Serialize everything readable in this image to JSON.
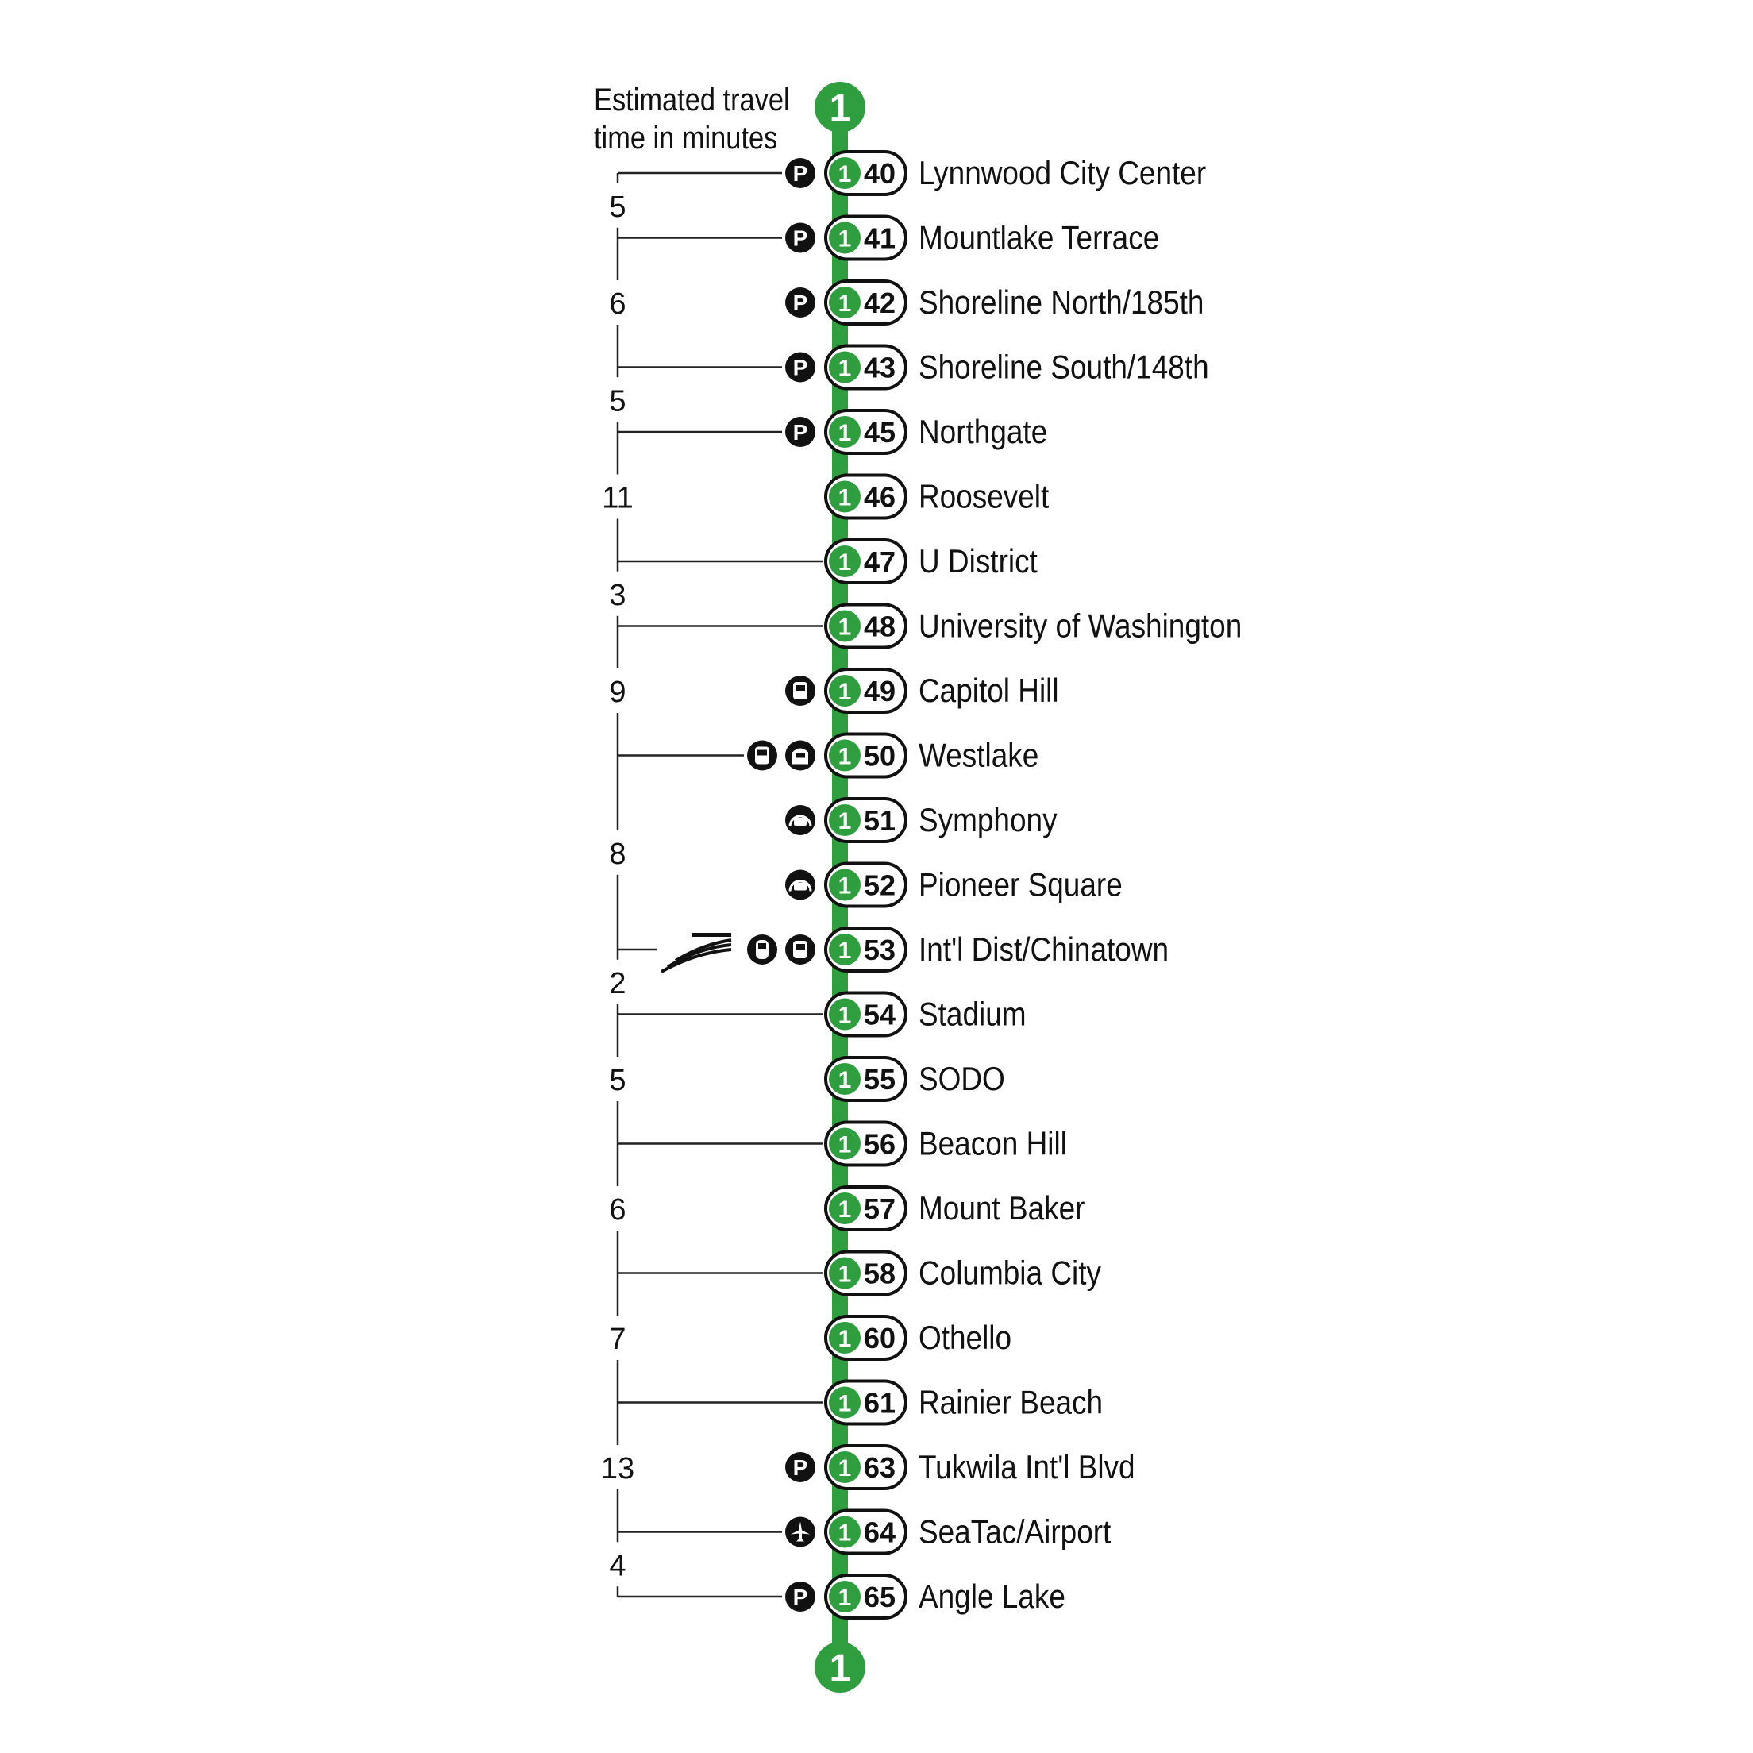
{
  "legend": {
    "line1": "Estimated travel",
    "line2": "time in minutes"
  },
  "line": {
    "label": "1",
    "color": "#2e9e3f"
  },
  "stations": [
    {
      "code": "40",
      "name": "Lynnwood City Center",
      "icons": [
        "parking"
      ]
    },
    {
      "code": "41",
      "name": "Mountlake Terrace",
      "icons": [
        "parking"
      ]
    },
    {
      "code": "42",
      "name": "Shoreline North/185th",
      "icons": [
        "parking"
      ]
    },
    {
      "code": "43",
      "name": "Shoreline South/148th",
      "icons": [
        "parking"
      ]
    },
    {
      "code": "45",
      "name": "Northgate",
      "icons": [
        "parking"
      ]
    },
    {
      "code": "46",
      "name": "Roosevelt",
      "icons": []
    },
    {
      "code": "47",
      "name": "U District",
      "icons": []
    },
    {
      "code": "48",
      "name": "University of Washington",
      "icons": []
    },
    {
      "code": "49",
      "name": "Capitol Hill",
      "icons": [
        "streetcar"
      ]
    },
    {
      "code": "50",
      "name": "Westlake",
      "icons": [
        "streetcar",
        "monorail"
      ]
    },
    {
      "code": "51",
      "name": "Symphony",
      "icons": [
        "bus-tunnel"
      ]
    },
    {
      "code": "52",
      "name": "Pioneer Square",
      "icons": [
        "bus-tunnel"
      ]
    },
    {
      "code": "53",
      "name": "Int'l Dist/Chinatown",
      "icons": [
        "amtrak",
        "sounder",
        "streetcar"
      ]
    },
    {
      "code": "54",
      "name": "Stadium",
      "icons": []
    },
    {
      "code": "55",
      "name": "SODO",
      "icons": []
    },
    {
      "code": "56",
      "name": "Beacon Hill",
      "icons": []
    },
    {
      "code": "57",
      "name": "Mount Baker",
      "icons": []
    },
    {
      "code": "58",
      "name": "Columbia City",
      "icons": []
    },
    {
      "code": "60",
      "name": "Othello",
      "icons": []
    },
    {
      "code": "61",
      "name": "Rainier Beach",
      "icons": []
    },
    {
      "code": "63",
      "name": "Tukwila Int'l Blvd",
      "icons": [
        "parking"
      ]
    },
    {
      "code": "64",
      "name": "SeaTac/Airport",
      "icons": [
        "airport"
      ]
    },
    {
      "code": "65",
      "name": "Angle Lake",
      "icons": [
        "parking"
      ]
    }
  ],
  "travel_segments": [
    {
      "from": "40",
      "to": "41",
      "minutes": "5"
    },
    {
      "from": "41",
      "to": "43",
      "minutes": "6"
    },
    {
      "from": "43",
      "to": "45",
      "minutes": "5"
    },
    {
      "from": "45",
      "to": "47",
      "minutes": "11"
    },
    {
      "from": "47",
      "to": "48",
      "minutes": "3"
    },
    {
      "from": "48",
      "to": "50",
      "minutes": "9"
    },
    {
      "from": "50",
      "to": "53",
      "minutes": "8"
    },
    {
      "from": "53",
      "to": "54",
      "minutes": "2"
    },
    {
      "from": "54",
      "to": "56",
      "minutes": "5"
    },
    {
      "from": "56",
      "to": "58",
      "minutes": "6"
    },
    {
      "from": "58",
      "to": "61",
      "minutes": "7"
    },
    {
      "from": "61",
      "to": "64",
      "minutes": "13"
    },
    {
      "from": "64",
      "to": "65",
      "minutes": "4"
    }
  ]
}
